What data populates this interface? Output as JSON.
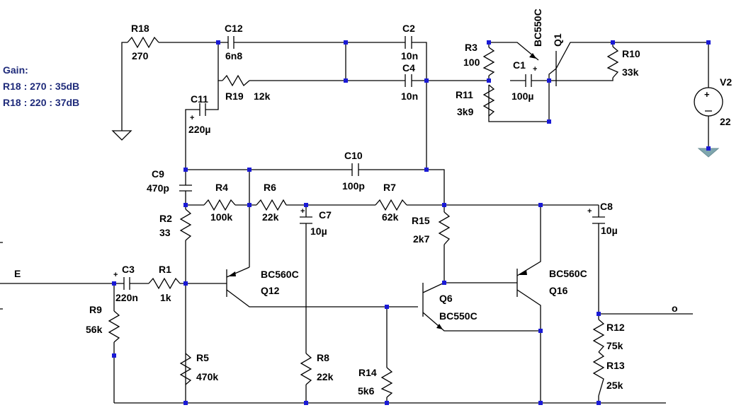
{
  "note": {
    "title": "Gain:",
    "line1": "R18 : 270  : 35dB",
    "line2": "R18 : 220  : 37dB"
  },
  "components": {
    "R18": [
      "R18",
      "270"
    ],
    "C12": [
      "C12",
      "6n8"
    ],
    "C2": [
      "C2",
      "10n"
    ],
    "C4": [
      "C4",
      "10n"
    ],
    "R19": [
      "R19",
      "12k"
    ],
    "C11": [
      "C11",
      "220µ"
    ],
    "R3": [
      "R3",
      "100"
    ],
    "R11": [
      "R11",
      "3k9"
    ],
    "C1": [
      "C1",
      "100µ"
    ],
    "Q1": [
      "Q1",
      "BC550C"
    ],
    "R10": [
      "R10",
      "33k"
    ],
    "V2": [
      "V2",
      "22"
    ],
    "C9": [
      "C9",
      "470p"
    ],
    "R4": [
      "R4",
      "100k"
    ],
    "R6": [
      "R6",
      "22k"
    ],
    "C10": [
      "C10",
      "100p"
    ],
    "C7": [
      "C7",
      "10µ"
    ],
    "R7": [
      "R7",
      "62k"
    ],
    "R15": [
      "R15",
      "2k7"
    ],
    "C8": [
      "C8",
      "10µ"
    ],
    "R2": [
      "R2",
      "33"
    ],
    "C3": [
      "C3",
      "220n"
    ],
    "R1": [
      "R1",
      "1k"
    ],
    "R9": [
      "R9",
      "56k"
    ],
    "Q12": [
      "Q12",
      "BC560C"
    ],
    "Q6": [
      "Q6",
      "BC550C"
    ],
    "Q16": [
      "Q16",
      "BC560C"
    ],
    "R5": [
      "R5",
      "470k"
    ],
    "R8": [
      "R8",
      "22k"
    ],
    "R14": [
      "R14",
      "5k6"
    ],
    "R12": [
      "R12",
      "75k"
    ],
    "R13": [
      "R13",
      "25k"
    ]
  },
  "ports": {
    "input": "E",
    "output": "o"
  }
}
